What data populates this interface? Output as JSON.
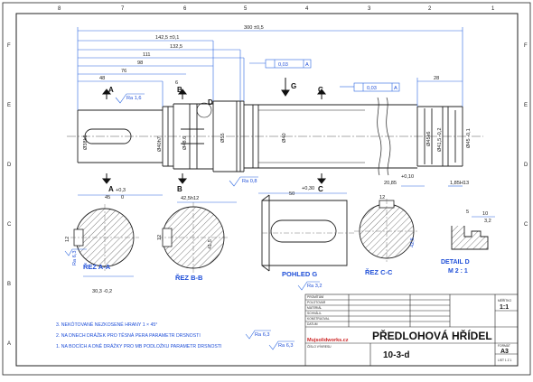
{
  "border": {
    "columns_top": [
      "8",
      "7",
      "6",
      "5",
      "4",
      "3",
      "2",
      "1"
    ],
    "rows_left": [
      "F",
      "E",
      "D",
      "C",
      "B",
      "A"
    ]
  },
  "views": {
    "section_aa": "ŘEZ A-A",
    "section_bb": "ŘEZ B-B",
    "pohled_g": "POHLED G",
    "section_cc": "ŘEZ C-C",
    "detail_d_line1": "DETAIL D",
    "detail_d_line2": "M 2 : 1"
  },
  "cut_labels": {
    "a1": "A",
    "a2": "A",
    "b1": "B",
    "b2": "B",
    "c1": "C",
    "c2": "C",
    "d": "D",
    "g": "G"
  },
  "dimensions": {
    "overall": "300 ±0,5",
    "d142": "142,5 ±0,1",
    "d132": "132,5",
    "d111": "111",
    "d98": "98",
    "d76": "76",
    "d48": "48",
    "d28": "28",
    "d6": "6",
    "plus03": "+0,3",
    "d45": "45",
    "zero": "0",
    "d42": "42,5h12",
    "d50": "50",
    "plus030": "+0,30",
    "d2085": "20,85",
    "d010": "+0,10",
    "d185": "1,85H13",
    "dia38": "Ø38k6",
    "dia40": "Ø40h7",
    "dia48": "Ø48.6",
    "dia55": "Ø55",
    "dia40b": "Ø40",
    "dia45": "Ø45k6",
    "dia415": "Ø41,5 -0,2",
    "dia45b": "Ø45 -0,1",
    "d303": "30,3 -0,2",
    "d65": "6,5",
    "d12": "12",
    "d10": "10",
    "d32": "3,2",
    "d5": "5",
    "d415": "41,5",
    "d42b": "42,5"
  },
  "surface": {
    "ra16": "Ra 1,6",
    "ra08a": "Ra 0,8",
    "ra08b": "Ra 0,8",
    "ra32": "Ra 3,2",
    "ra63a": "Ra 6,3",
    "ra63b": "Ra 6,3",
    "ra63c": "Ra 6,3",
    "ra16b": "Ra 1,6"
  },
  "tolerances": {
    "t1": "0,03",
    "t1ref": "A",
    "t2": "0,03",
    "t2ref": "A"
  },
  "notes": [
    "3. NEKÓTOVANÉ NEZKOSENÉ HRANY 1 × 45°",
    "2. NA DNECH DRÁŽEK PRO TĚSNÁ PERA PARAMETR DRSNOSTI",
    "1. NA BOCÍCH A DNĚ DRÁŽKY PRO MB PODLOŽKU PARAMETR DRSNOSTI"
  ],
  "title_block": {
    "name": "PŘEDLOHOVÁ HŘÍDEL",
    "number": "10-3-d",
    "scale_label": "MĚŘÍTKO",
    "scale": "1:1",
    "format_label": "FORMÁT",
    "format": "A3",
    "site": "Mujsolidworks.cz",
    "sheet": "LIST 1 Z 1",
    "row1": "PROMÍTÁNÍ",
    "row2": "POLOTOVAR",
    "row3": "MATERIÁL",
    "row4": "SCHVÁLIL",
    "row5": "KONSTRUOVAL",
    "row6": "DATUM",
    "num_label": "ČÍSLO VÝKRESU"
  }
}
